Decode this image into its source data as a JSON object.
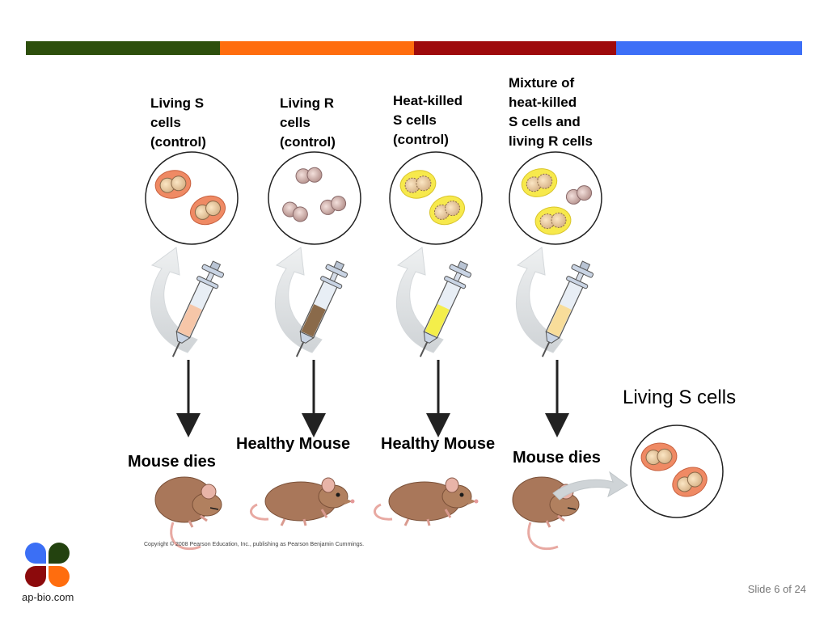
{
  "header": {
    "stripe_colors": [
      "#2d4f0c",
      "#ff6d0e",
      "#9e0a0c",
      "#3d6ff7"
    ]
  },
  "columns": [
    {
      "label": "Living S\ncells\n(control)",
      "outcome": "Mouse dies",
      "fluid_color": "#f6c6a8"
    },
    {
      "label": "Living R\ncells\n(control)",
      "outcome": "Healthy Mouse",
      "fluid_color": "#8a6a4a"
    },
    {
      "label": "Heat-killed\nS cells\n(control)",
      "outcome": "Healthy Mouse",
      "fluid_color": "#f4ee4a"
    },
    {
      "label": "Mixture of\nheat-killed\nS cells and\nliving R cells",
      "outcome": "Mouse dies",
      "fluid_color": "#f8dd9a"
    }
  ],
  "result": {
    "label": "Living S cells"
  },
  "copyright": "Copyright © 2008 Pearson Education, Inc., publishing as Pearson Benjamin Cummings.",
  "logo": {
    "text": "ap-bio.com",
    "colors": [
      "#3b6ff5",
      "#23420f",
      "#8c0a0c",
      "#ff6d0e"
    ]
  },
  "slide_number": "Slide 6 of 24"
}
